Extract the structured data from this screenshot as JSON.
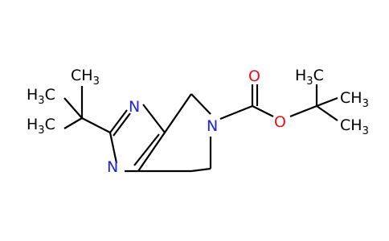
{
  "colors": {
    "bond": "#000000",
    "nitrogen": "#1d24d6",
    "oxygen": "#e8121a",
    "carbon_label": "#000000"
  },
  "labels": {
    "n1": "N",
    "n3": "N",
    "n7": "N",
    "o_carbonyl": "O",
    "o_ester": "O",
    "ch3_a": {
      "main": "H",
      "c": "C",
      "sub": "3",
      "prefix": "H"
    },
    "ch3_b": {
      "main": "H",
      "c": "C",
      "sub": "3",
      "prefix": "H"
    },
    "ch3_c": {
      "main": "CH",
      "sub": "3"
    },
    "ch3_d": {
      "main": "H",
      "c": "C",
      "sub": "3",
      "prefix": "H"
    },
    "ch3_e": {
      "main": "CH",
      "sub": "3"
    },
    "ch3_f": {
      "main": "CH",
      "sub": "3"
    }
  }
}
